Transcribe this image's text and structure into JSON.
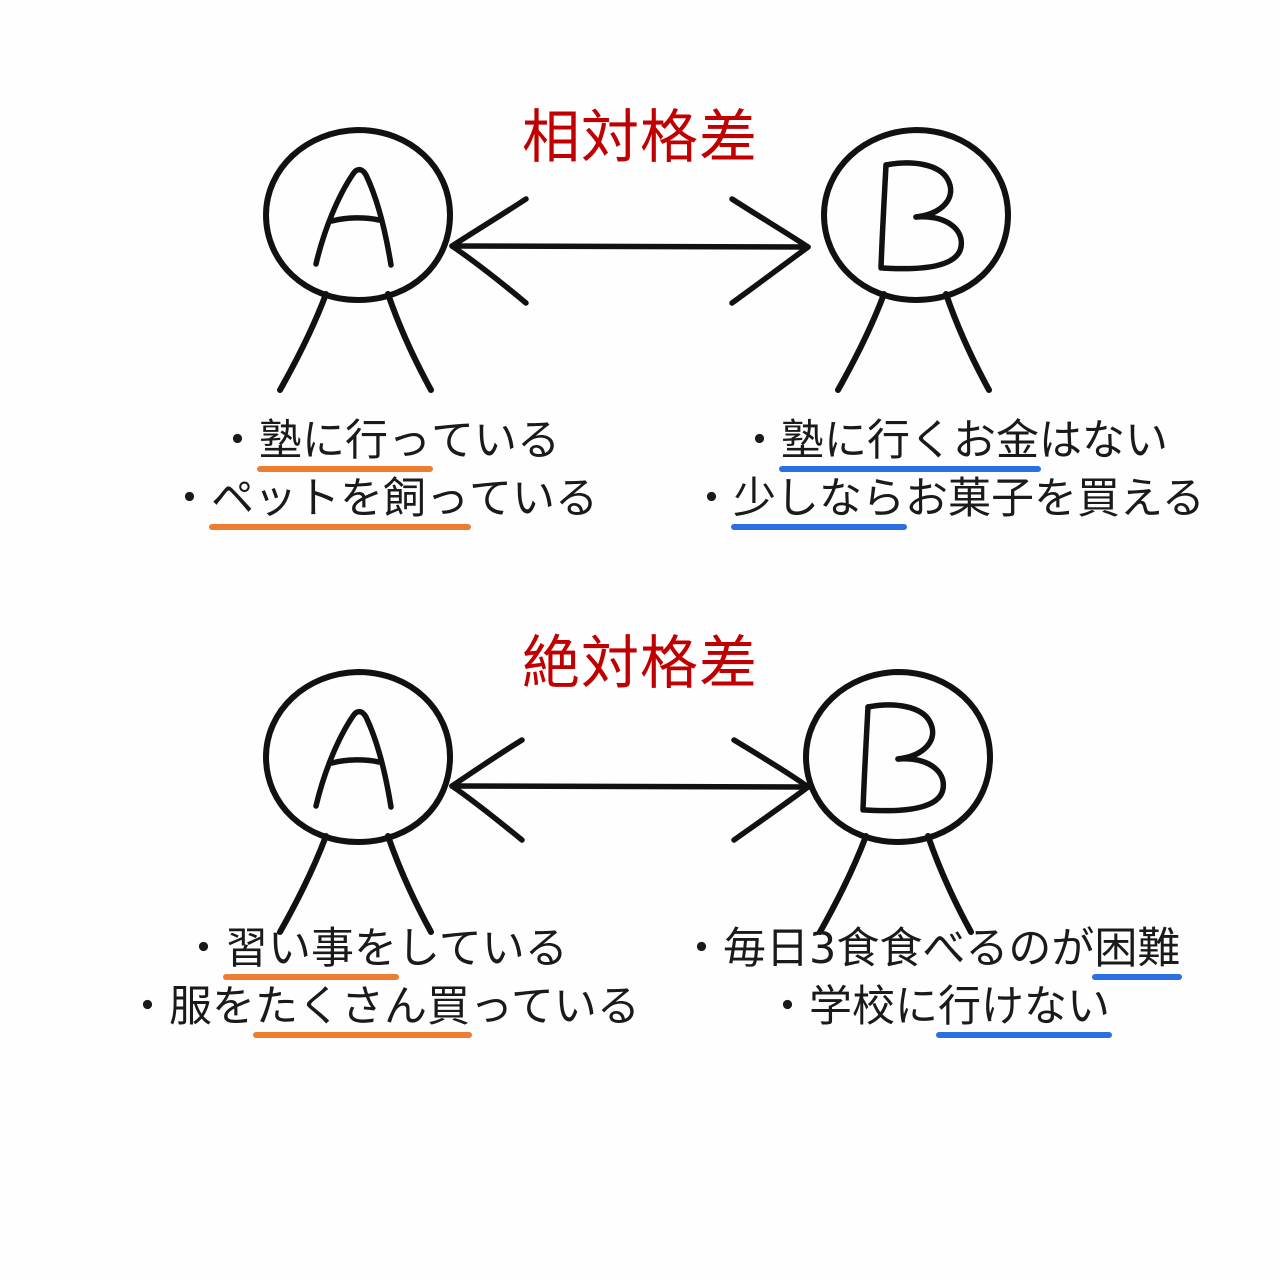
{
  "page": {
    "background_color": "#ffffff",
    "title_color": "#C00000",
    "orange_underline_color": "#ED7D31",
    "blue_underline_color": "#2B6FE0",
    "stroke_color": "#111111"
  },
  "sections": [
    {
      "id": "relative",
      "title": "相対格差",
      "left_figure": {
        "label": "A",
        "icon": "person-circle-icon"
      },
      "right_figure": {
        "label": "B",
        "icon": "person-circle-icon"
      },
      "arrow": {
        "icon": "double-headed-arrow-icon"
      },
      "left_items": [
        {
          "bullet": "・",
          "underlined": "塾に行っ",
          "rest": "ている",
          "underline_color": "orange"
        },
        {
          "bullet": "・",
          "underlined": "ペットを飼っ",
          "rest": "ている",
          "underline_color": "orange"
        }
      ],
      "right_items": [
        {
          "bullet": "・",
          "underlined": "塾に行くお金",
          "rest": "はない",
          "underline_color": "blue"
        },
        {
          "bullet": "・",
          "underlined": "少しなら",
          "rest": "お菓子を買える",
          "underline_color": "blue"
        }
      ]
    },
    {
      "id": "absolute",
      "title": "絶対格差",
      "left_figure": {
        "label": "A",
        "icon": "person-circle-icon"
      },
      "right_figure": {
        "label": "B",
        "icon": "person-circle-icon"
      },
      "arrow": {
        "icon": "double-headed-arrow-icon"
      },
      "left_items": [
        {
          "bullet": "・",
          "underlined": "習い事を",
          "rest": "している",
          "underline_color": "orange"
        },
        {
          "bullet": "・服を",
          "underlined": "たくさん買",
          "rest": "っている",
          "underline_color": "orange"
        }
      ],
      "right_items": [
        {
          "bullet": "・毎日3食食べるのが",
          "underlined": "困難",
          "rest": "",
          "underline_color": "blue"
        },
        {
          "bullet": "・学校に",
          "underlined": "行けない",
          "rest": "",
          "underline_color": "blue"
        }
      ]
    }
  ]
}
